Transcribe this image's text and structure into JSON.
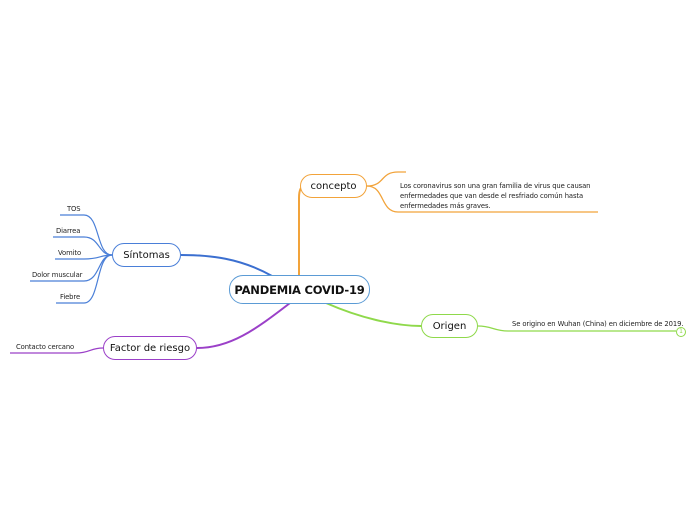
{
  "central": {
    "label": "PANDEMIA COVID-19"
  },
  "concepto": {
    "label": "concepto",
    "text": "Los coronavirus son una gran familia de virus que causan enfermedades que van desde el resfriado común hasta enfermedades más graves."
  },
  "sintomas": {
    "label": "Síntomas",
    "items": [
      "TOS",
      "Diarrea",
      "Vomito",
      "Dolor muscular",
      "Fiebre"
    ]
  },
  "origen": {
    "label": "Origen",
    "text": "Se origino en Wuhan (China) en diciembre de 2019.",
    "collapse_count": "1"
  },
  "factor": {
    "label": "Factor de riesgo",
    "items": [
      "Contacto cercano"
    ]
  },
  "colors": {
    "central": "#5b9bd5",
    "concepto": "#f2a33a",
    "sintomas": "#3b6fd0",
    "origen": "#8fd94b",
    "factor": "#9b40c8"
  }
}
